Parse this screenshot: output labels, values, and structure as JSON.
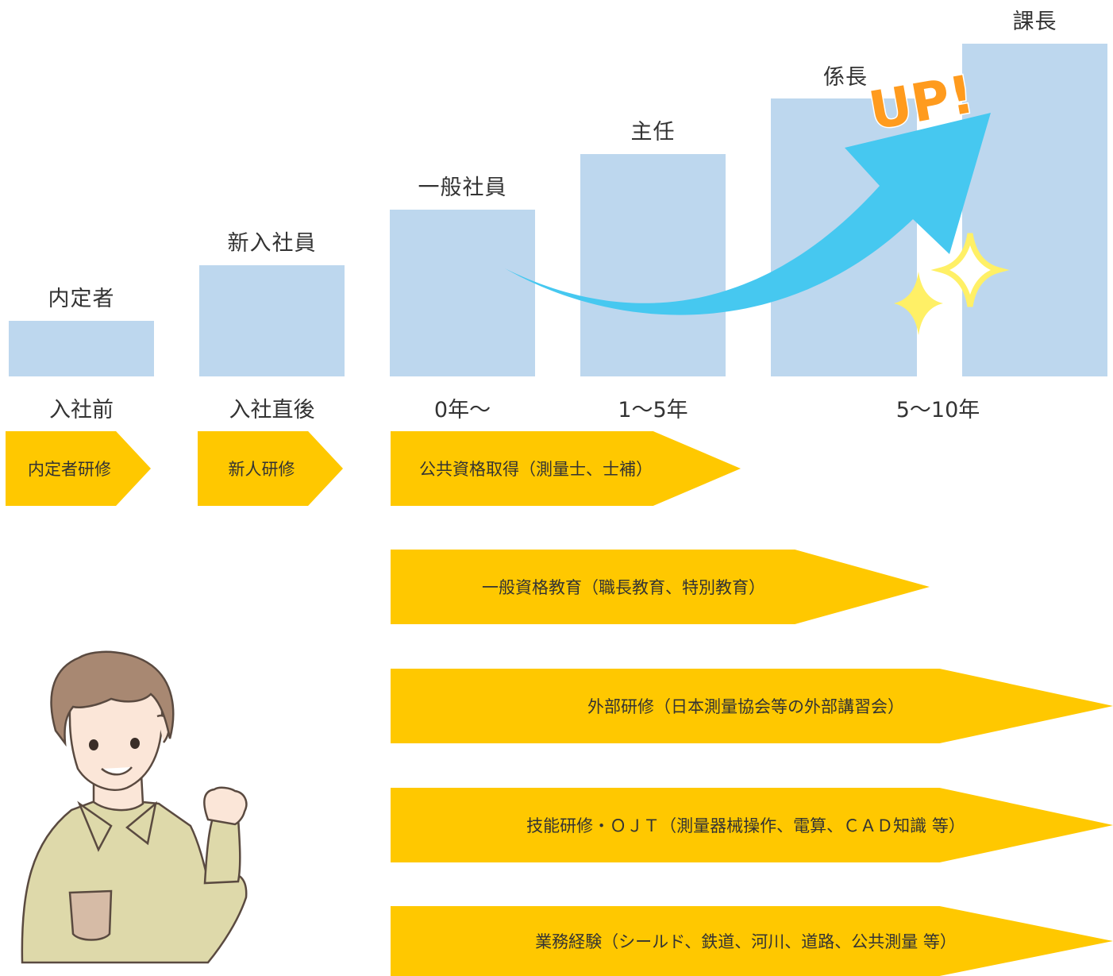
{
  "colors": {
    "bar": "#bdd7ee",
    "arrow": "#ffc800",
    "up_arrow": "#46c8f0",
    "up_text": "#ff9b1e",
    "sparkle": "#fff066"
  },
  "positions": {
    "p1": "内定者",
    "p2": "新入社員",
    "p3": "一般社員",
    "p4": "主任",
    "p5": "係長",
    "p6": "課長"
  },
  "stages": {
    "s1": "入社前",
    "s2": "入社直後",
    "s3": "0年〜",
    "s4": "1〜5年",
    "s5": "5〜10年"
  },
  "programs": {
    "a1": "内定者研修",
    "a2": "新人研修",
    "a3": "公共資格取得（測量士、士補）",
    "a4": "一般資格教育（職長教育、特別教育）",
    "a5": "外部研修（日本測量協会等の外部講習会）",
    "a6": "技能研修・ＯＪＴ（測量器械操作、電算、ＣＡＤ知識 等）",
    "a7": "業務経験（シールド、鉄道、河川、道路、公共測量 等）"
  },
  "up_text": "UP!",
  "icons": {
    "character": "person-fist-pump-illustration",
    "sparkle": "sparkle-icon",
    "up_arrow": "curved-up-arrow-icon"
  }
}
